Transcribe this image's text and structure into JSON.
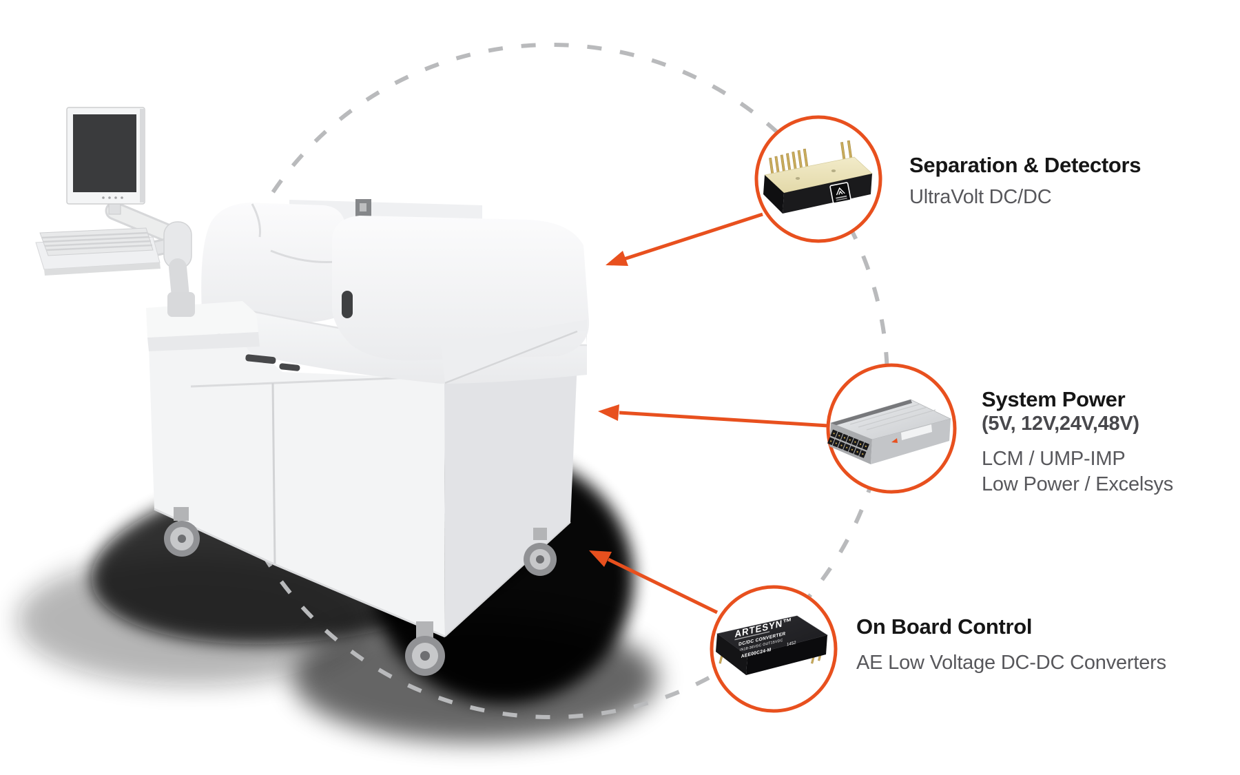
{
  "figure": {
    "subject": "clinical analyzer cart with monitor arm, keyboard tray and three power-product callouts"
  },
  "callouts": [
    {
      "id": "separation-detectors",
      "title": "Separation & Detectors",
      "details": [
        "UltraVolt DC/DC"
      ],
      "product_icon": "high-voltage-dcdc-module"
    },
    {
      "id": "system-power",
      "title": "System Power",
      "voltages": "(5V, 12V,24V,48V)",
      "details": [
        "LCM / UMP-IMP",
        "Low Power / Excelsys"
      ],
      "product_icon": "lcm-power-supply"
    },
    {
      "id": "on-board-control",
      "title": "On Board Control",
      "details": [
        "AE Low Voltage DC-DC Converters"
      ],
      "product_icon": "board-mount-dcdc-converter"
    }
  ],
  "products": {
    "artesyn": {
      "brand": "ARTESYN™",
      "type_line": "DC/DC CONVERTER",
      "io_line": "IN18-36VDC  OUT15VDC",
      "part": "AEE00C24-M",
      "code": "1452"
    }
  },
  "colors": {
    "accent_orange": "#E8501E",
    "dash_gray": "#B9BABC",
    "title_black": "#161616",
    "subtitle_gray": "#57575B"
  }
}
